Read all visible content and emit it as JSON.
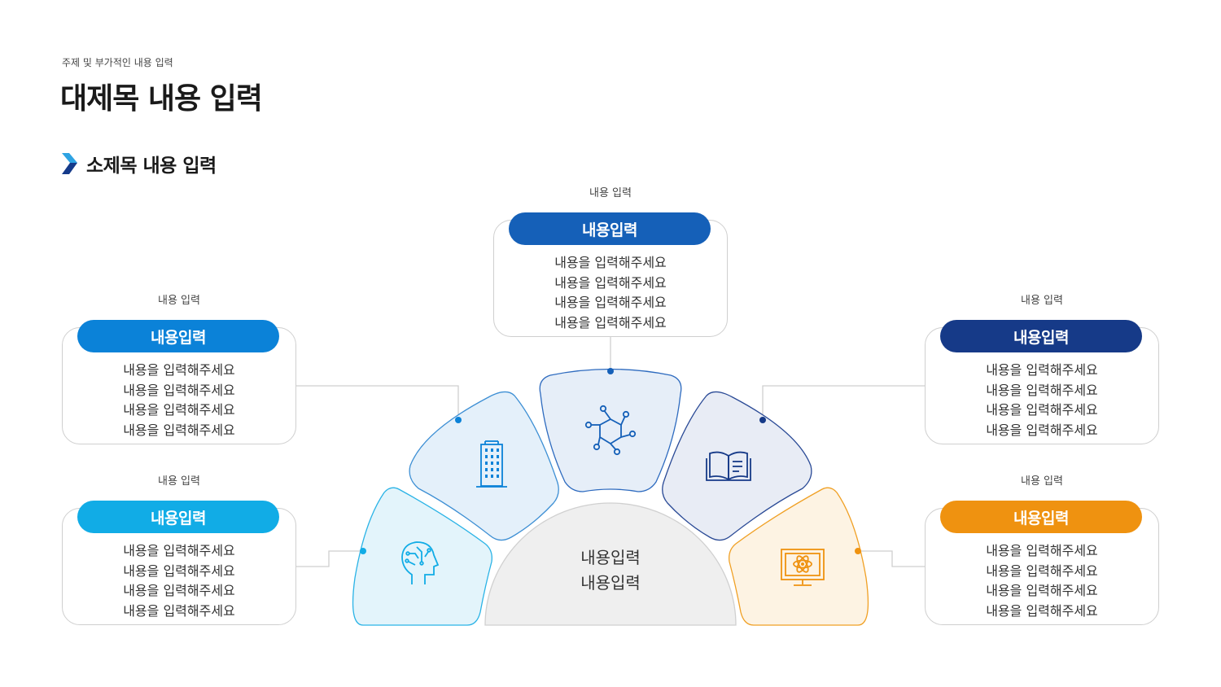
{
  "header": {
    "subtitle": "주제 및 부가적인 내용 입력",
    "title": "대제목 내용 입력"
  },
  "section": {
    "title": "소제목 내용 입력",
    "icon": "chevron-right-icon"
  },
  "center": {
    "lines": [
      "내용입력",
      "내용입력"
    ]
  },
  "cards": [
    {
      "id": "top",
      "label": "내용 입력",
      "pill": "내용입력",
      "color": "#1560b8",
      "icon": "molecule-icon",
      "lines": [
        "내용을 입력해주세요",
        "내용을 입력해주세요",
        "내용을 입력해주세요",
        "내용을 입력해주세요"
      ]
    },
    {
      "id": "left-top",
      "label": "내용 입력",
      "pill": "내용입력",
      "color": "#0b82d8",
      "icon": "building-icon",
      "lines": [
        "내용을 입력해주세요",
        "내용을 입력해주세요",
        "내용을 입력해주세요",
        "내용을 입력해주세요"
      ]
    },
    {
      "id": "left-bottom",
      "label": "내용 입력",
      "pill": "내용입력",
      "color": "#11ace6",
      "icon": "brain-head-icon",
      "lines": [
        "내용을 입력해주세요",
        "내용을 입력해주세요",
        "내용을 입력해주세요",
        "내용을 입력해주세요"
      ]
    },
    {
      "id": "right-top",
      "label": "내용 입력",
      "pill": "내용입력",
      "color": "#163a88",
      "icon": "book-icon",
      "lines": [
        "내용을 입력해주세요",
        "내용을 입력해주세요",
        "내용을 입력해주세요",
        "내용을 입력해주세요"
      ]
    },
    {
      "id": "right-bottom",
      "label": "내용 입력",
      "pill": "내용입력",
      "color": "#ef9210",
      "icon": "monitor-atom-icon",
      "lines": [
        "내용을 입력해주세요",
        "내용을 입력해주세요",
        "내용을 입력해주세요",
        "내용을 입력해주세요"
      ]
    }
  ]
}
